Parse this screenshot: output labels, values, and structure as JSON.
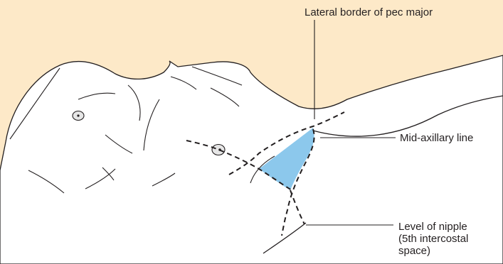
{
  "labels": {
    "lateral_border": "Lateral border of pec major",
    "mid_axillary": "Mid-axillary line",
    "nipple_line1": "Level of nipple",
    "nipple_line2": "(5th intercostal",
    "nipple_line3": "space)"
  },
  "colors": {
    "background": "#fde9c8",
    "skin": "#ffffff",
    "outline": "#231f20",
    "safe_triangle": "#8cc8ec"
  }
}
